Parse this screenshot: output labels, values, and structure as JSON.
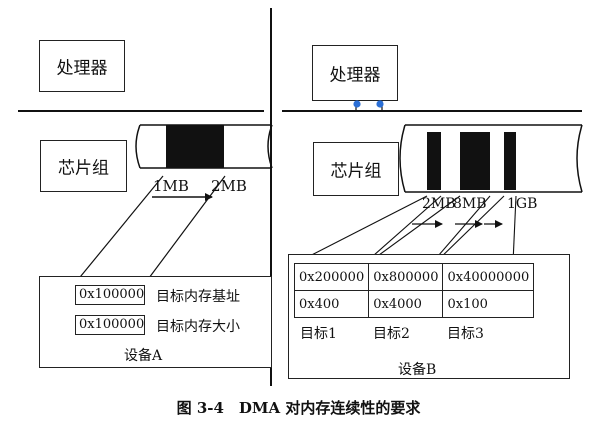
{
  "left": {
    "processor": "处理器",
    "chipset": "芯片组",
    "addr_start": "1MB",
    "addr_end": "2MB",
    "register_values": [
      "0x100000",
      "0x100000"
    ],
    "register_labels": [
      "目标内存基址",
      "目标内存大小"
    ],
    "device_label": "设备A"
  },
  "right": {
    "processor": "处理器",
    "chipset": "芯片组",
    "addr_labels": [
      "2MB",
      "8MB",
      "1GB"
    ],
    "table": {
      "base_row": [
        "0x200000",
        "0x800000",
        "0x40000000"
      ],
      "size_row": [
        "0x400",
        "0x4000",
        "0x100"
      ],
      "targets": [
        "目标1",
        "目标2",
        "目标3"
      ]
    },
    "device_label": "设备B"
  },
  "caption": "图 3-4　DMA 对内存连续性的要求",
  "colors": {
    "ink": "#111111",
    "accent_dot": "#2b6fd6"
  }
}
